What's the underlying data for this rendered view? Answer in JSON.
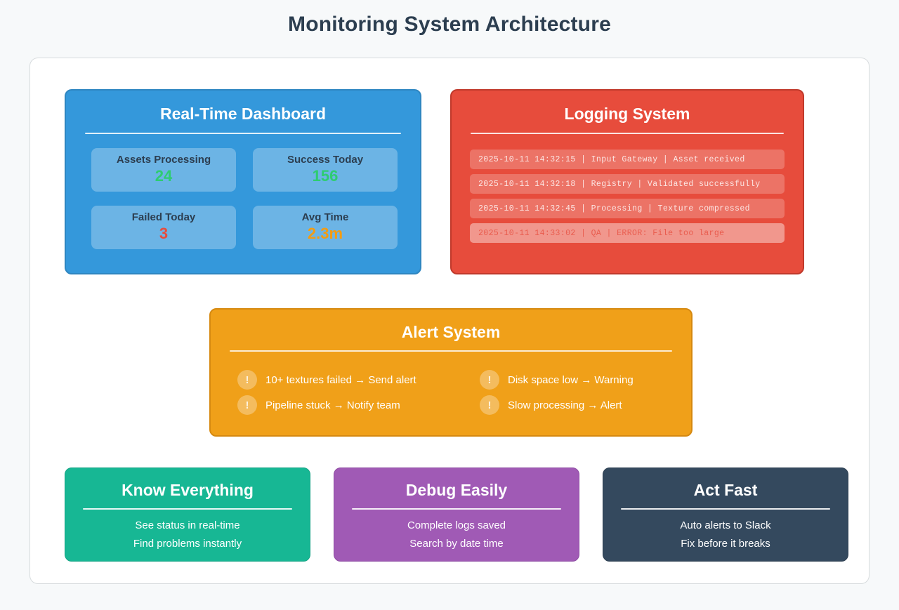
{
  "page": {
    "title": "Monitoring System Architecture",
    "background_color": "#f7f9fa",
    "title_color": "#2c3e50"
  },
  "dashboard": {
    "title": "Real-Time Dashboard",
    "color": "#3498db",
    "border_color": "#2e86c1",
    "stats": [
      {
        "label": "Assets Processing",
        "value": "24",
        "value_color": "#2ecc71"
      },
      {
        "label": "Success Today",
        "value": "156",
        "value_color": "#2ecc71"
      },
      {
        "label": "Failed Today",
        "value": "3",
        "value_color": "#e74c3c"
      },
      {
        "label": "Avg Time",
        "value": "2.3m",
        "value_color": "#f39c12"
      }
    ]
  },
  "logging": {
    "title": "Logging System",
    "color": "#e74c3c",
    "border_color": "#c0392b",
    "entries": [
      {
        "text": "2025-10-11 14:32:15 | Input Gateway | Asset received",
        "level": "info"
      },
      {
        "text": "2025-10-11 14:32:18 | Registry | Validated successfully",
        "level": "info"
      },
      {
        "text": "2025-10-11 14:32:45 | Processing | Texture compressed",
        "level": "info"
      },
      {
        "text": "2025-10-11 14:33:02 | QA | ERROR: File too large",
        "level": "error"
      }
    ]
  },
  "alerts": {
    "title": "Alert System",
    "color": "#f0a019",
    "border_color": "#d68910",
    "badge_icon": "exclamation-icon",
    "badge_glyph": "!",
    "rules": [
      {
        "text": "10+ textures failed → Send alert"
      },
      {
        "text": "Disk space low → Warning"
      },
      {
        "text": "Pipeline stuck → Notify team"
      },
      {
        "text": "Slow processing → Alert"
      }
    ]
  },
  "benefits": [
    {
      "title": "Know Everything",
      "color": "#17b794",
      "lines": [
        "See status in real-time",
        "Find problems instantly"
      ]
    },
    {
      "title": "Debug Easily",
      "color": "#a05ab5",
      "lines": [
        "Complete logs saved",
        "Search by date time"
      ]
    },
    {
      "title": "Act Fast",
      "color": "#34495e",
      "lines": [
        "Auto alerts to Slack",
        "Fix before it breaks"
      ]
    }
  ]
}
